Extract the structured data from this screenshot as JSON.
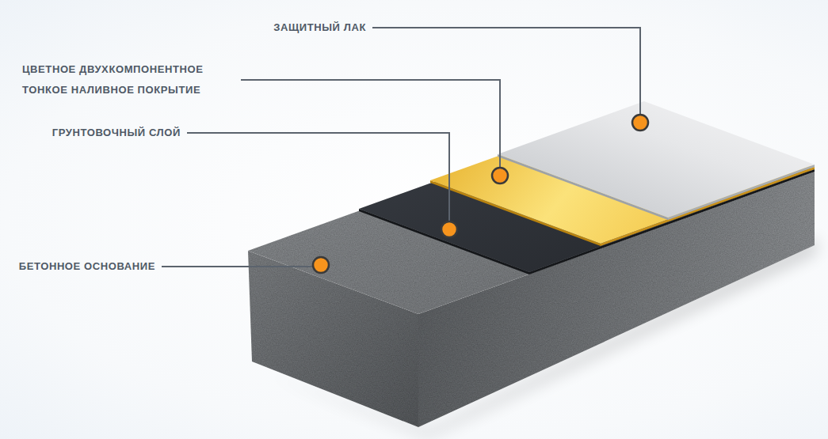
{
  "diagram": {
    "labels": [
      "ЗАЩИТНЫЙ ЛАК",
      "ЦВЕТНОЕ ДВУХКОМПОНЕНТНОЕ ТОНКОЕ НАЛИВНОЕ ПОКРЫТИЕ",
      "ГРУНТОВОЧНЫЙ СЛОЙ",
      "БЕТОННОЕ ОСНОВАНИЕ"
    ]
  }
}
